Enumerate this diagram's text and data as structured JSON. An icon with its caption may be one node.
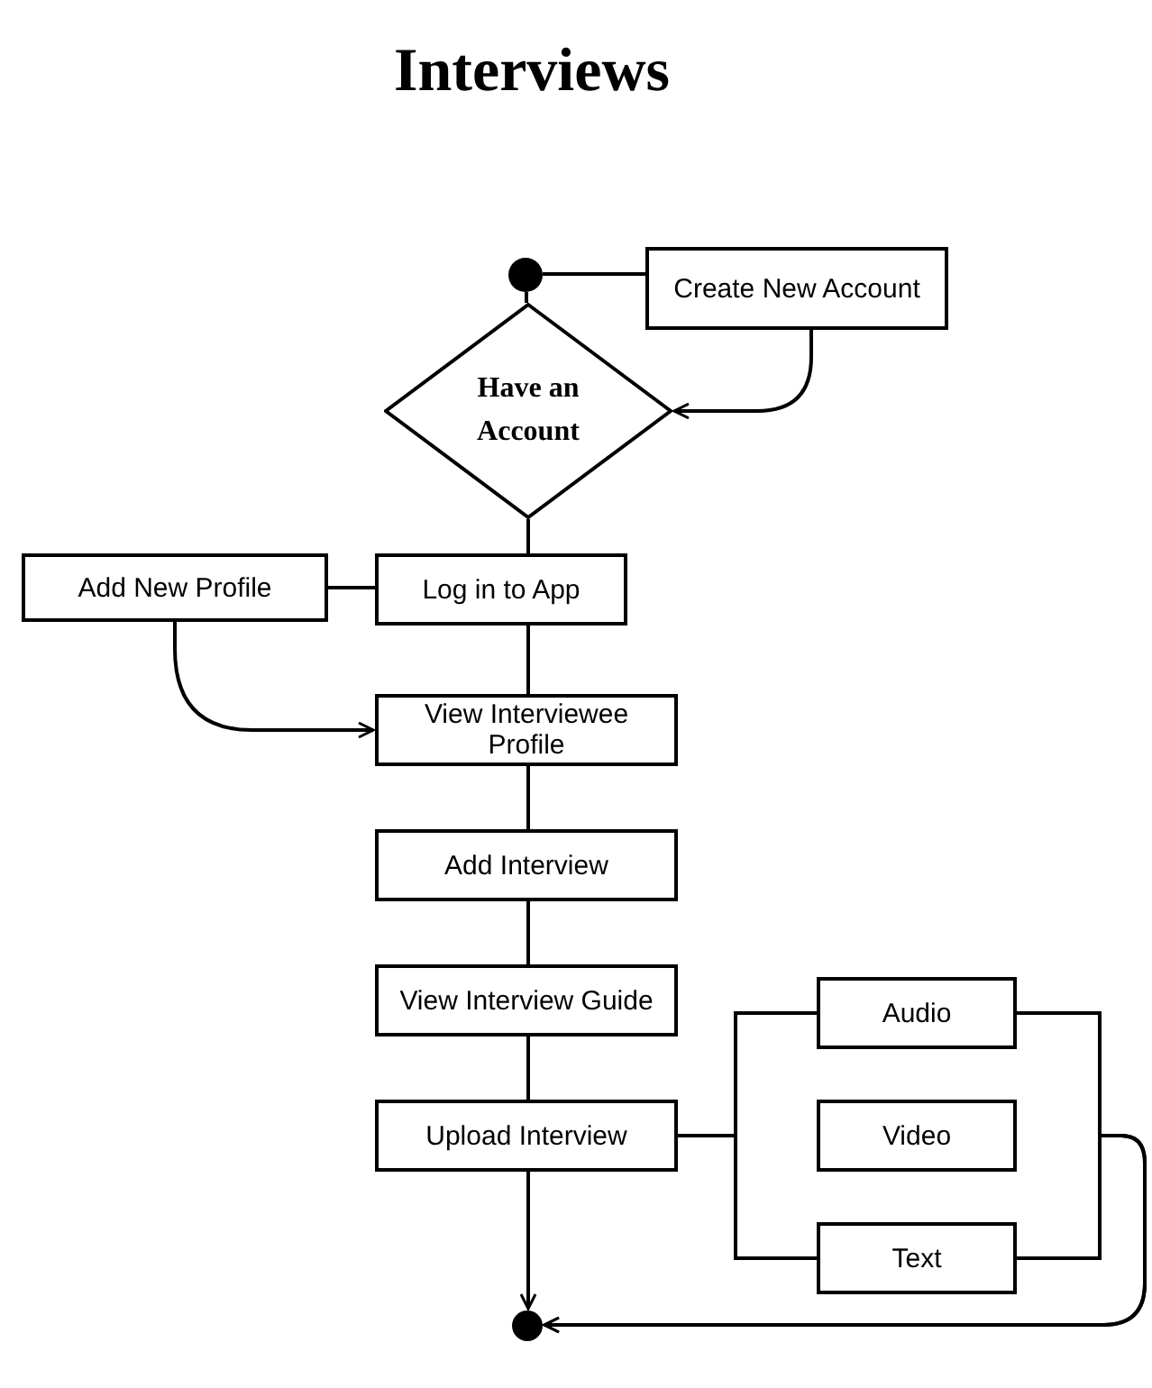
{
  "diagram": {
    "title": "Interviews",
    "nodes": [
      {
        "text": [],
        "shape": "circle"
      },
      {
        "text": [
          "Create New Account"
        ]
      },
      {
        "text": [
          "Have an Account"
        ]
      },
      {
        "text": [
          "Log in to App"
        ]
      },
      {
        "text": [
          "Add New Profile"
        ]
      },
      {
        "text": [
          "View Interviewee Profile"
        ]
      },
      {
        "text": [
          "Add Interview"
        ]
      },
      {
        "text": [
          "View Interview Guide"
        ]
      },
      {
        "text": [
          "Upload Interview"
        ]
      },
      {
        "text": [
          "Audio"
        ]
      },
      {
        "text": [
          "Video"
        ]
      },
      {
        "text": [
          "Text"
        ]
      },
      {
        "text": [],
        "shape": "circle"
      }
    ],
    "edges": [
      {
        "from": 0,
        "to": 1,
        "arrow": "none"
      },
      {
        "from": 1,
        "to": 2,
        "arrow": "to"
      },
      {
        "from": 0,
        "to": 2,
        "arrow": "none"
      },
      {
        "from": 2,
        "to": 3,
        "arrow": "none"
      },
      {
        "from": 4,
        "to": 3,
        "arrow": "none"
      },
      {
        "from": 4,
        "to": 5,
        "arrow": "to"
      },
      {
        "from": 3,
        "to": 5,
        "arrow": "none"
      },
      {
        "from": 5,
        "to": 6,
        "arrow": "none"
      },
      {
        "from": 6,
        "to": 7,
        "arrow": "none"
      },
      {
        "from": 7,
        "to": 8,
        "arrow": "none"
      },
      {
        "from": 8,
        "to": 9,
        "arrow": "none"
      },
      {
        "from": 8,
        "to": 11,
        "arrow": "none"
      },
      {
        "from": 9,
        "to": 12,
        "arrow": "to"
      },
      {
        "from": 11,
        "to": 12,
        "arrow": "to"
      },
      {
        "from": 8,
        "to": 12,
        "arrow": "to"
      }
    ]
  }
}
